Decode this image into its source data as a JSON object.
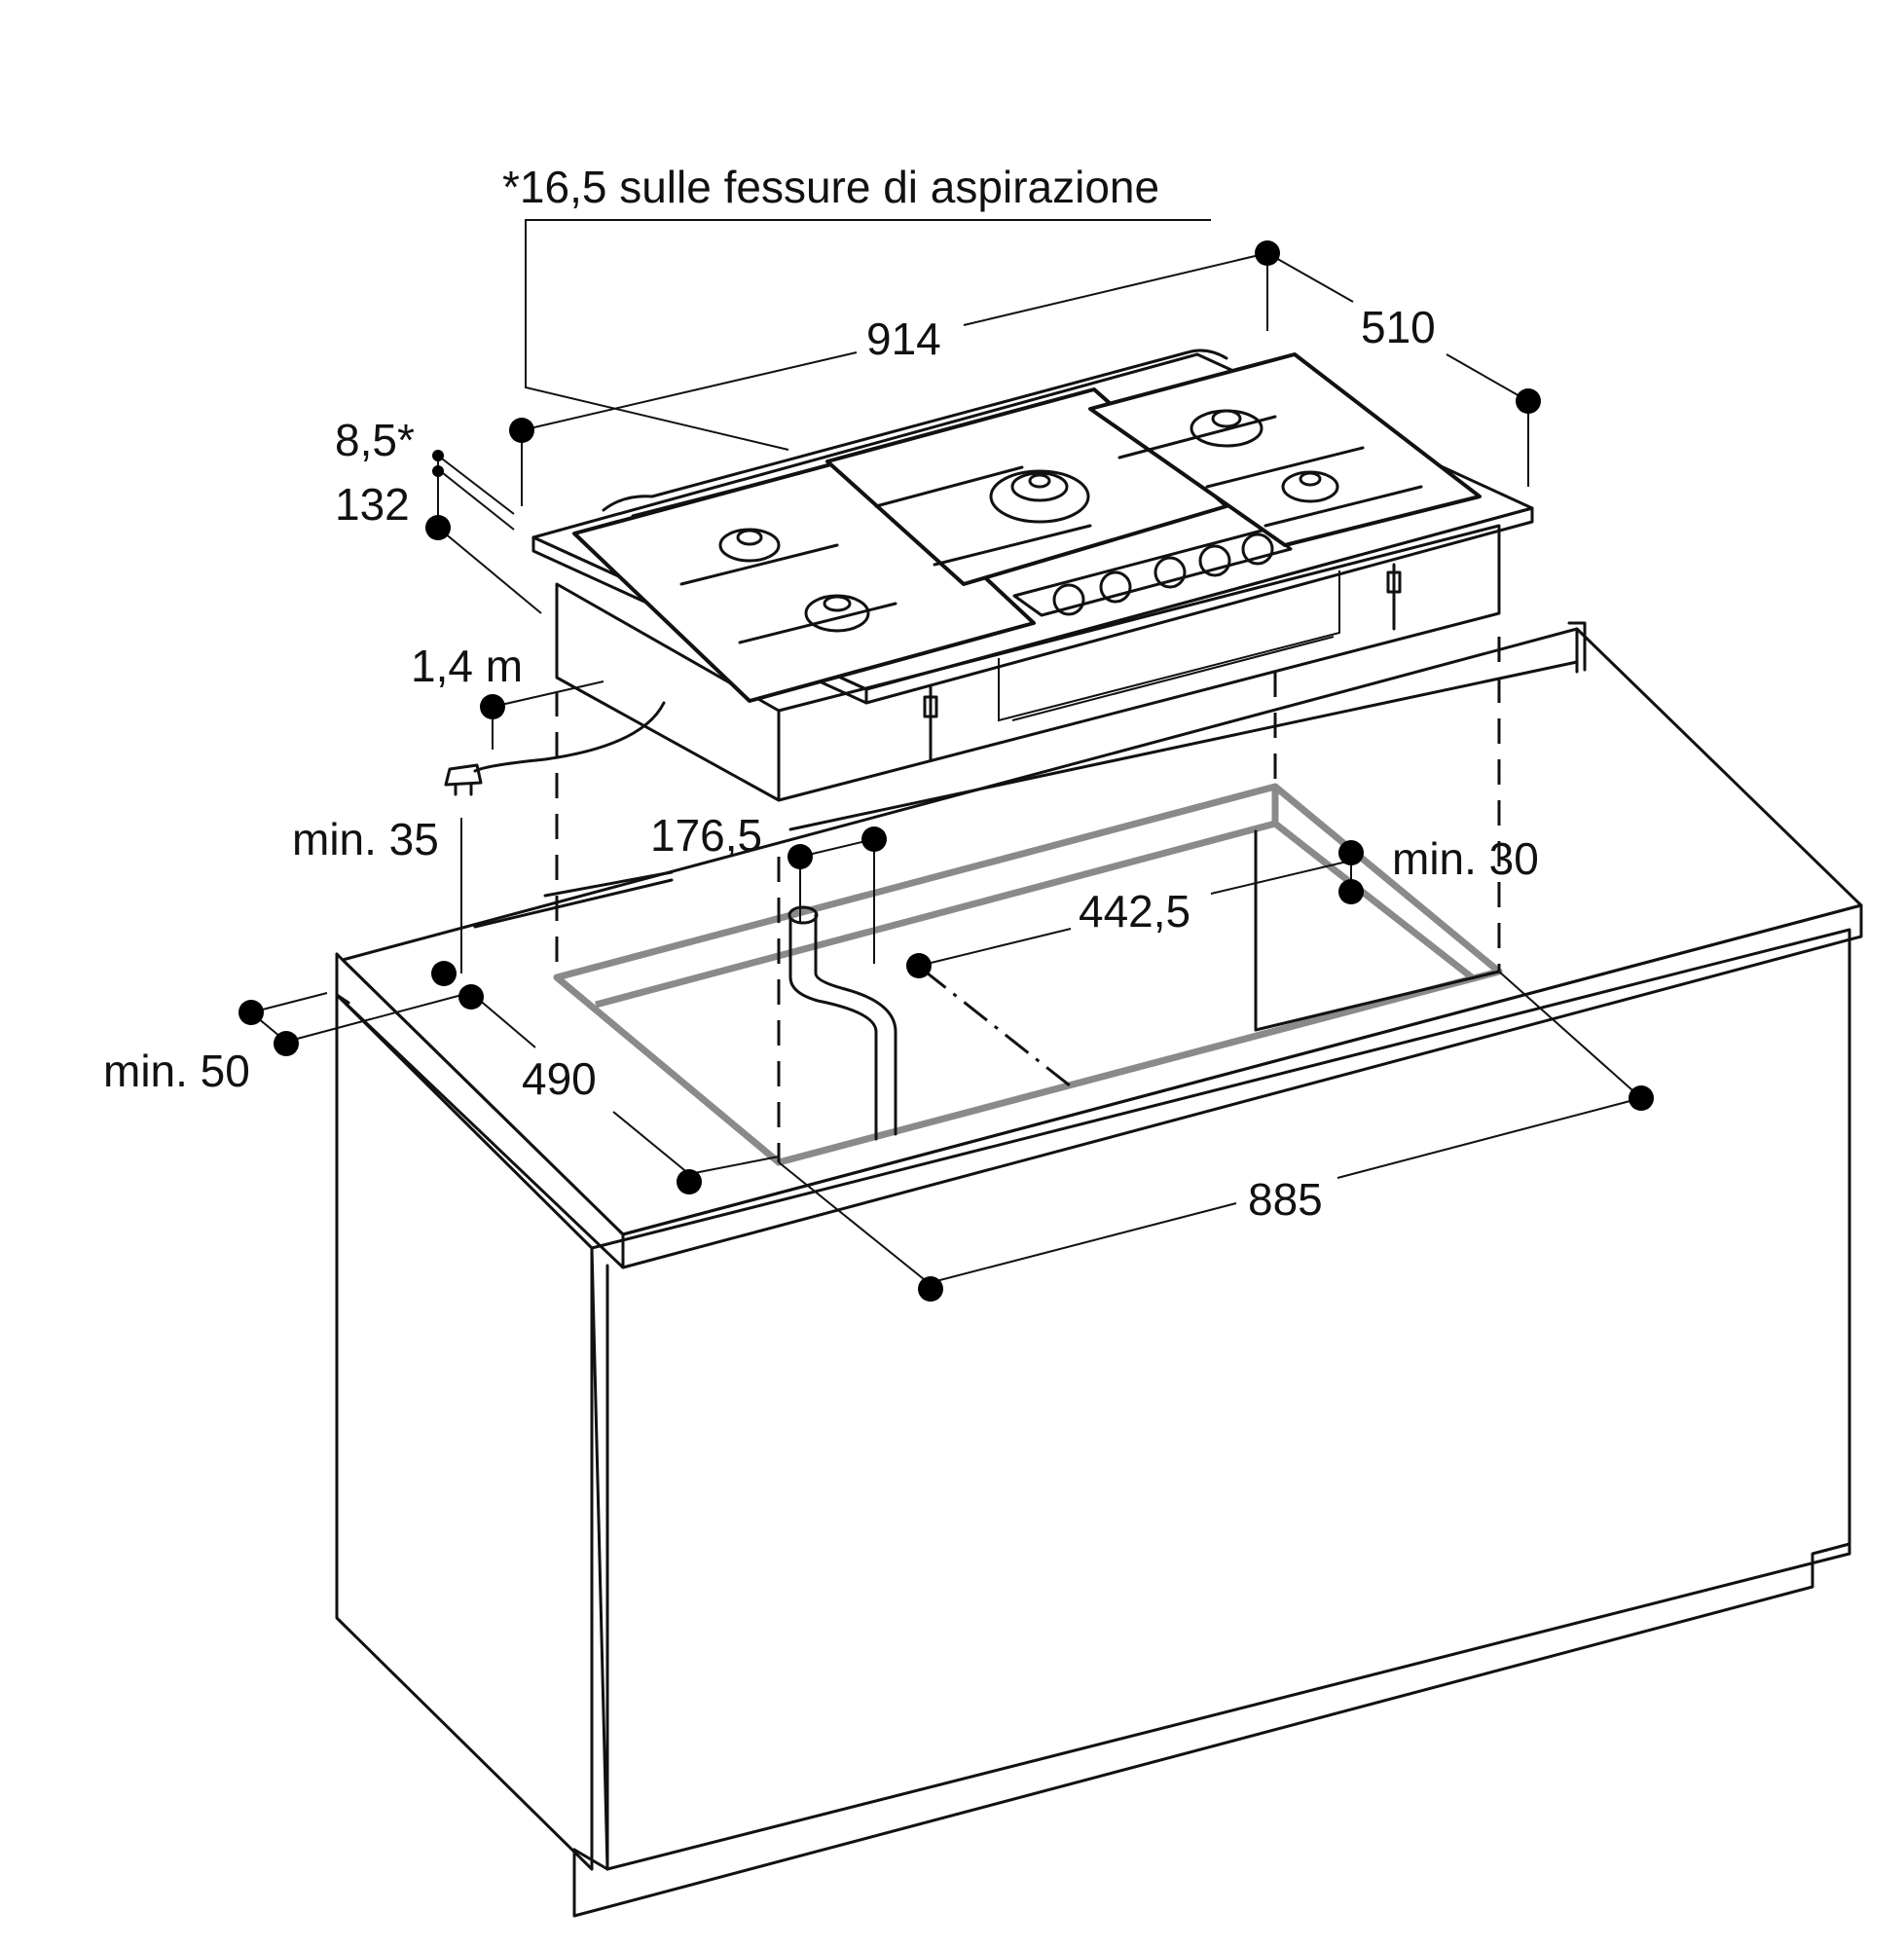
{
  "colors": {
    "line": "#111111",
    "cutout": "#8a8a8a",
    "background": "#ffffff"
  },
  "labels": {
    "note": "*16,5 sulle fessure di aspirazione",
    "width_914": "914",
    "depth_510": "510",
    "overlap_8_5": "8,5*",
    "height_132": "132",
    "cable_1_4": "1,4 m",
    "min_35": "min. 35",
    "offset_176_5": "176,5",
    "min_30": "min. 30",
    "depth_442_5": "442,5",
    "min_50": "min. 50",
    "cut_490": "490",
    "cut_885": "885"
  },
  "icons": [
    "plug-icon",
    "dimension-dot-icon"
  ]
}
